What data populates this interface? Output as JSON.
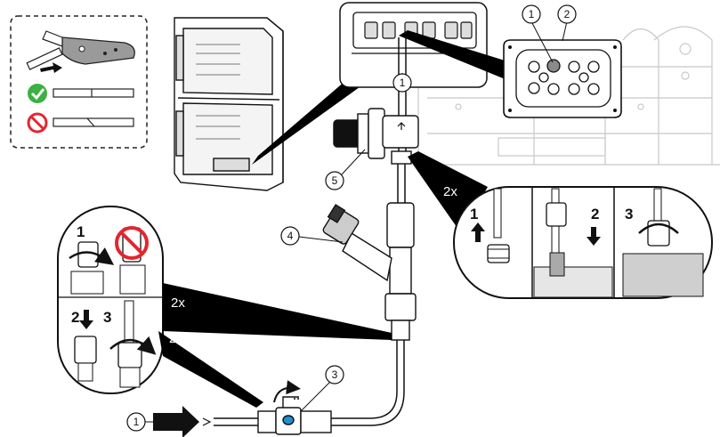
{
  "callouts": {
    "c1_top": "1",
    "c2_top": "2",
    "c1_tube": "1",
    "c5_regulator": "5",
    "c4_filter": "4",
    "c3_valve": "3",
    "c1_inlet": "1"
  },
  "steps": {
    "left_step1": "1",
    "left_step2": "2",
    "left_step3": "3",
    "right_step1": "1",
    "right_step2": "2",
    "right_step3": "3"
  },
  "repeat_labels": {
    "right_detail": "2x",
    "left_detail_upper": "2x",
    "left_detail_lower": "2x"
  },
  "colors": {
    "line": "#111111",
    "light_line": "#bbbbbb",
    "check_green": "#3cb043",
    "prohibit_red": "#e3262f",
    "valve_blue": "#1f8fd6",
    "wedge": "#000000"
  },
  "icons": {
    "check": "check-circle-icon",
    "prohibit": "prohibit-icon",
    "cutter": "tube-cutter-icon",
    "rotate": "rotate-arrow-icon"
  }
}
